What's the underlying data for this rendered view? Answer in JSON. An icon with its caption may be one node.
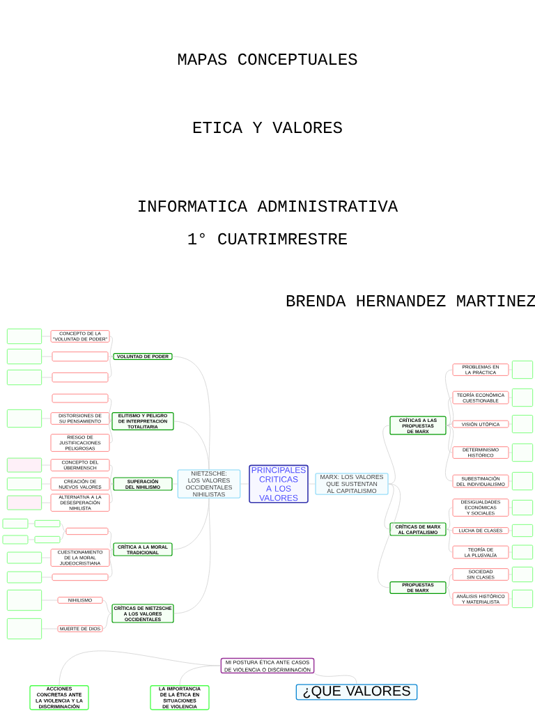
{
  "diagram": {
    "title": "MAPAS CONCEPTUALES",
    "labels": [
      "ETICA Y VALORES",
      "INFORMATICA ADMINISTRATIVA",
      "1° CUATRIMRESTRE",
      "BRENDA HERNANDEZ MARTINEZ"
    ],
    "nodes": [
      {
        "text": [
          "PRINCIPALES CRITICAS A LOS VALORES"
        ]
      },
      {
        "text": [
          "NIETZSCHE: LOS VALORES OCCIDENTALES NIHILISTAS"
        ]
      },
      {
        "text": [
          "MARX: LOS VALORES QUE SUSTENTAN AL CAPITALISMO"
        ]
      },
      {
        "text": [
          "VOLUNTAD DE PODER"
        ]
      },
      {
        "text": [
          "CONCEPTO DE LA \"VOLUNTAD DE PODER\""
        ]
      },
      {
        "text": [],
        "shape": "box"
      },
      {
        "text": [],
        "shape": "box"
      },
      {
        "text": [],
        "shape": "box"
      },
      {
        "text": [],
        "shape": "box"
      },
      {
        "text": [],
        "shape": "box"
      },
      {
        "text": [
          "ELITISMO Y PELIGRO DE INTERPRETACIÓN TOTALITARIA"
        ]
      },
      {
        "text": [],
        "shape": "box"
      },
      {
        "text": [
          "DISTORSIONES DE SU PENSAMIENTO"
        ]
      },
      {
        "text": [
          "RIESGO DE JUSTIFICACIONES PELIGROSAS"
        ]
      },
      {
        "text": [],
        "shape": "box"
      },
      {
        "text": [
          "SUPERACIÓN DEL NIHILISMO"
        ]
      },
      {
        "text": [
          "CONCEPTO DEL ÜBERMENSCH"
        ]
      },
      {
        "text": [
          "CREACIÓN DE NUEVOS VALORES"
        ]
      },
      {
        "text": [
          "ALTERNATIVA A LA DESESPERACIÓN NIHILISTA"
        ]
      },
      {
        "text": [],
        "shape": "box"
      },
      {
        "text": [],
        "shape": "box"
      },
      {
        "text": [],
        "shape": "box"
      },
      {
        "text": [
          "CRÍTICA A LA MORAL TRADICIONAL"
        ]
      },
      {
        "text": [],
        "shape": "box"
      },
      {
        "text": [],
        "shape": "box"
      },
      {
        "text": [],
        "shape": "box"
      },
      {
        "text": [],
        "shape": "box"
      },
      {
        "text": [],
        "shape": "box"
      },
      {
        "text": [
          "CUESTIONAMIENTO DE LA MORAL JUDEOCRISTIANA"
        ]
      },
      {
        "text": [],
        "shape": "box"
      },
      {
        "text": [],
        "shape": "box"
      },
      {
        "text": [],
        "shape": "box"
      },
      {
        "text": [
          "CRÍTICAS DE NIETZSCHE A LOS VALORES OCCIDENTALES"
        ]
      },
      {
        "text": [
          "NIHILISMO"
        ]
      },
      {
        "text": [
          "MUERTE DE DIOS"
        ]
      },
      {
        "text": [],
        "shape": "box"
      },
      {
        "text": [],
        "shape": "box"
      },
      {
        "text": [
          "CRÍTICAS A LAS PROPUESTAS DE MARX"
        ]
      },
      {
        "text": [
          "PROBLEMAS EN LA PRÁCTICA"
        ]
      },
      {
        "text": [
          "TEORÍA ECONÓMICA CUESTIONABLE"
        ]
      },
      {
        "text": [
          "VISIÓN UTÓPICA"
        ]
      },
      {
        "text": [
          "DETERMINISMO HISTÓRICO"
        ]
      },
      {
        "text": [
          "SUBESTIMACIÓN DEL INDIVIDUALISMO"
        ]
      },
      {
        "text": [],
        "shape": "box"
      },
      {
        "text": [],
        "shape": "box"
      },
      {
        "text": [],
        "shape": "box"
      },
      {
        "text": [],
        "shape": "box"
      },
      {
        "text": [],
        "shape": "box"
      },
      {
        "text": [
          "CRÍTICAS DE MARX AL CAPITALISMO"
        ]
      },
      {
        "text": [
          "DESIGUALDADES ECONÓMICAS Y SOCIALES"
        ]
      },
      {
        "text": [
          "LUCHA DE CLASES"
        ]
      },
      {
        "text": [
          "TEORÍA DE LA PLUSVALÍA"
        ]
      },
      {
        "text": [],
        "shape": "box"
      },
      {
        "text": [],
        "shape": "box"
      },
      {
        "text": [],
        "shape": "box"
      },
      {
        "text": [
          "PROPUESTAS DE MARX"
        ]
      },
      {
        "text": [
          "SOCIEDAD SIN CLASES"
        ]
      },
      {
        "text": [
          "ANÁLISIS HISTÓRICO Y MATERIALISTA"
        ]
      },
      {
        "text": [],
        "shape": "box"
      },
      {
        "text": [],
        "shape": "box"
      },
      {
        "text": [
          "MI POSTURA ÉTICA ANTE CASOS DE VIOLENCIA O DISCRIMINACIÓN"
        ]
      },
      {
        "text": [
          "ACCIONES CONCRETAS ANTE LA VIOLENCIA Y LA DISCRIMINACIÓN"
        ]
      },
      {
        "text": [
          "LA IMPORTANCIA DE LA ÉTICA EN SITUACIONES DE VIOLENCIA"
        ]
      },
      {
        "text": [
          "¿QUE VALORES"
        ]
      }
    ],
    "edges": [
      {
        "from": 0,
        "to": 1,
        "arrow": "none"
      },
      {
        "from": 0,
        "to": 2,
        "arrow": "none"
      },
      {
        "from": 1,
        "to": 3,
        "arrow": "none"
      },
      {
        "from": 1,
        "to": 10,
        "arrow": "none"
      },
      {
        "from": 1,
        "to": 15,
        "arrow": "none"
      },
      {
        "from": 1,
        "to": 22,
        "arrow": "none"
      },
      {
        "from": 1,
        "to": 32,
        "arrow": "none"
      },
      {
        "from": 3,
        "to": 4,
        "arrow": "none"
      },
      {
        "from": 3,
        "to": 7,
        "arrow": "none"
      },
      {
        "from": 3,
        "to": 11,
        "arrow": "none"
      },
      {
        "from": 4,
        "to": 5,
        "arrow": "none"
      },
      {
        "from": 7,
        "to": 6,
        "arrow": "none"
      },
      {
        "from": 11,
        "to": 9,
        "arrow": "none"
      },
      {
        "from": 10,
        "to": 19,
        "arrow": "none"
      },
      {
        "from": 10,
        "to": 12,
        "arrow": "none"
      },
      {
        "from": 10,
        "to": 13,
        "arrow": "none"
      },
      {
        "from": 12,
        "to": 20,
        "arrow": "none"
      },
      {
        "from": 15,
        "to": 16,
        "arrow": "none"
      },
      {
        "from": 15,
        "to": 17,
        "arrow": "none"
      },
      {
        "from": 15,
        "to": 18,
        "arrow": "none"
      },
      {
        "from": 16,
        "to": 24,
        "arrow": "none"
      },
      {
        "from": 17,
        "to": 26,
        "arrow": "none"
      },
      {
        "from": 18,
        "to": 27,
        "arrow": "none"
      },
      {
        "from": 22,
        "to": 36,
        "arrow": "none"
      },
      {
        "from": 36,
        "to": 31,
        "arrow": "none"
      },
      {
        "from": 36,
        "to": 44,
        "arrow": "none"
      },
      {
        "from": 31,
        "to": 30,
        "arrow": "none"
      },
      {
        "from": 44,
        "to": 43,
        "arrow": "none"
      },
      {
        "from": 22,
        "to": 28,
        "arrow": "none"
      },
      {
        "from": 28,
        "to": 46,
        "arrow": "none"
      },
      {
        "from": 22,
        "to": 53,
        "arrow": "none"
      },
      {
        "from": 53,
        "to": 52,
        "arrow": "none"
      },
      {
        "from": 32,
        "to": 33,
        "arrow": "none"
      },
      {
        "from": 32,
        "to": 34,
        "arrow": "none"
      },
      {
        "from": 33,
        "to": 58,
        "arrow": "none"
      },
      {
        "from": 34,
        "to": 59,
        "arrow": "none"
      },
      {
        "from": 2,
        "to": 37,
        "arrow": "none"
      },
      {
        "from": 2,
        "to": 48,
        "arrow": "none"
      },
      {
        "from": 2,
        "to": 55,
        "arrow": "none"
      },
      {
        "from": 37,
        "to": 38,
        "arrow": "none"
      },
      {
        "from": 37,
        "to": 39,
        "arrow": "none"
      },
      {
        "from": 37,
        "to": 40,
        "arrow": "none"
      },
      {
        "from": 37,
        "to": 41,
        "arrow": "none"
      },
      {
        "from": 37,
        "to": 42,
        "arrow": "none"
      },
      {
        "from": 38,
        "to": 8,
        "arrow": "none"
      },
      {
        "from": 39,
        "to": 14,
        "arrow": "none"
      },
      {
        "from": 40,
        "to": 21,
        "arrow": "none"
      },
      {
        "from": 41,
        "to": 23,
        "arrow": "none"
      },
      {
        "from": 42,
        "to": 25,
        "arrow": "none"
      },
      {
        "from": 48,
        "to": 49,
        "arrow": "none"
      },
      {
        "from": 48,
        "to": 50,
        "arrow": "none"
      },
      {
        "from": 48,
        "to": 51,
        "arrow": "none"
      },
      {
        "from": 49,
        "to": 29,
        "arrow": "none"
      },
      {
        "from": 50,
        "to": 35,
        "arrow": "none"
      },
      {
        "from": 51,
        "to": 45,
        "arrow": "none"
      },
      {
        "from": 55,
        "to": 56,
        "arrow": "none"
      },
      {
        "from": 55,
        "to": 57,
        "arrow": "none"
      },
      {
        "from": 56,
        "to": 47,
        "arrow": "none"
      },
      {
        "from": 57,
        "to": 54,
        "arrow": "none"
      },
      {
        "from": 60,
        "to": 61,
        "arrow": "none"
      },
      {
        "from": 60,
        "to": 62,
        "arrow": "none"
      },
      {
        "from": 60,
        "to": 63,
        "arrow": "none"
      }
    ]
  }
}
